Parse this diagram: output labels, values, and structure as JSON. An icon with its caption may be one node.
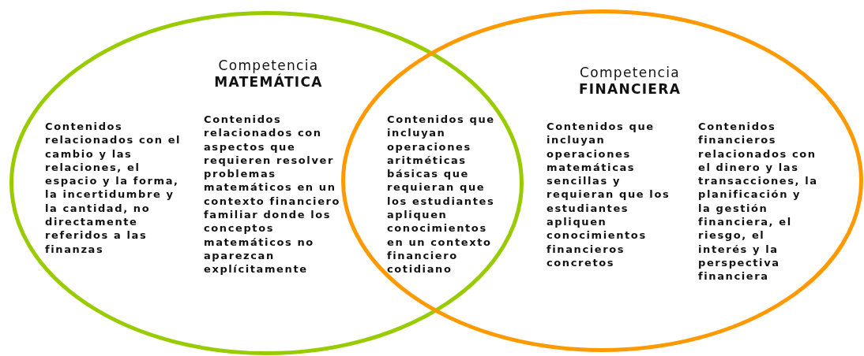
{
  "diagram": {
    "nodes": [
      {
        "text": [
          "Competencia **MATEMÁTICA**",
          "Contenidos relacionados con el cambio y las relaciones, el espacio y la forma, la incertidumbre y la cantidad, no directamente referidos a las finanzas",
          "Contenidos relacionados con aspectos que requieren resolver problemas matemáticos en un contexto financiero familiar donde los conceptos matemáticos no aparezcan explícitamente"
        ]
      },
      {
        "text": [
          "Competencia **FINANCIERA**",
          "Contenidos que incluyan operaciones matemáticas sencillas y requieran que los estudiantes apliquen conocimientos financieros concretos",
          "Contenidos financieros relacionados con el dinero y las transacciones, la planificación y la gestión financiera, el riesgo, el interés y la perspectiva financiera"
        ]
      }
    ],
    "labels": [
      "Contenidos que incluyan operaciones aritméticas básicas que requieran que los estudiantes apliquen conocimientos en un contexto financiero cotidiano"
    ]
  }
}
